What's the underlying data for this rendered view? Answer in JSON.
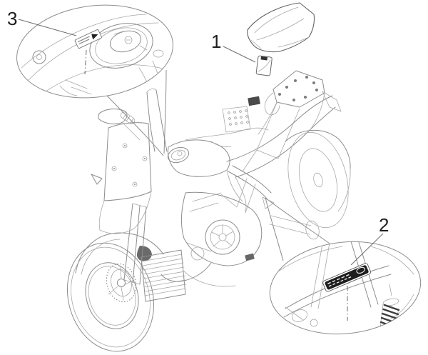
{
  "diagram": {
    "type": "motorcycle-decal-parts-diagram",
    "background": "#ffffff",
    "line_color": "#8d8d8d",
    "outline_color": "#5f5f5f",
    "decal_plate_color": "#1e1e1e",
    "callout_color": "#1f1f1f",
    "callouts": [
      {
        "label": "1",
        "part": "seat-hang-tag-decal"
      },
      {
        "label": "2",
        "part": "frame-identification-plate"
      },
      {
        "label": "3",
        "part": "fuel-cap-warning-decal"
      }
    ]
  }
}
